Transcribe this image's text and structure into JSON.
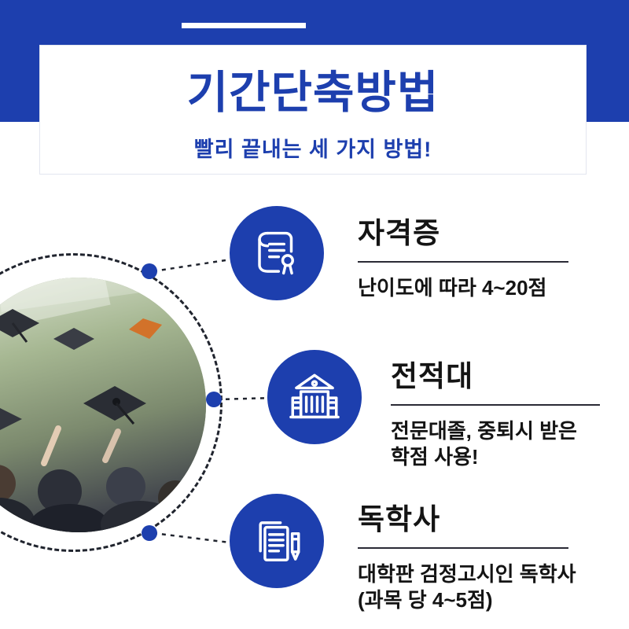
{
  "header": {
    "title": "기간단축방법",
    "subtitle": "빨리 끝내는 세 가지 방법!"
  },
  "items": [
    {
      "icon": "certificate-icon",
      "title": "자격증",
      "desc_lines": [
        "난이도에 따라 4~20점"
      ]
    },
    {
      "icon": "university-icon",
      "title": "전적대",
      "desc_lines": [
        "전문대졸, 중퇴시 받은",
        "학점 사용!"
      ]
    },
    {
      "icon": "document-pencil-icon",
      "title": "독학사",
      "desc_lines": [
        "대학판 검정고시인 독학사",
        "(과목 당 4~5점)"
      ]
    }
  ],
  "photo": {
    "description": "graduation caps thrown in the air"
  },
  "colors": {
    "primary_blue": "#1d3fae",
    "text": "#141414",
    "dash": "#20242e",
    "card_bg": "#ffffff"
  }
}
